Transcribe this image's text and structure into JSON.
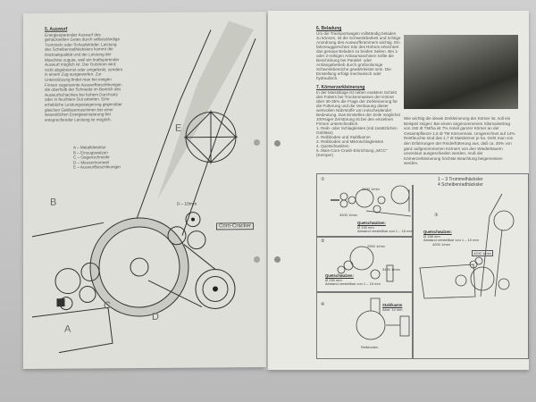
{
  "left_page": {
    "heading": "5. Auswurf",
    "body": "Energiesparender Auswurf des gehäckselten Gutes durch selbstständige Trommeln oder Schaufelräder. Leistung des Scheibenradhäckslers kommt der Häckselqualität und der Leistung der Maschine zugute, weil ein kraftsparender Auswurf möglich ist. Der Gutstrom wird nicht abgebremst oder umgelenkt, sondern in einem Zug ausgeworfen. Zur Unterstützung findet man bei einigen Firmen sogenannte Auswurfbeschleuniger, die oberhalb der Schneide im Bereich des Auswurfschachtes bei hohem Durchsatz oder in feuchtem Gut arbeiten. Eine erhebliche Leistungssteigerung gegenüber gleichen Gebläsemaschinen bei einer wesentlichen Energieeinsparung bei entsprechender Leistung ist möglich.",
    "legend": [
      "A – Metalldetektor",
      "B – Einzugswalzen",
      "C – Gegenschneide",
      "D – Messertrommel",
      "E – Auswurfbeschleuniger"
    ],
    "diagram_labels": {
      "a": "A",
      "b": "B",
      "c": "C",
      "d": "D",
      "e": "E",
      "gap": "0 – 10mm",
      "cracker": "Corn-Cracker"
    }
  },
  "right_page": {
    "section6": {
      "heading": "6. Beladung",
      "body": "Um die Transportwagen vollständig beladen zu können, ist die Schwenkbarkeit und richtige Anordnung des Auswurfkrümmers wichtig. Ein fahrzeuggerechter Sitz des Rohres erleichtert das genaue Beladen zu beiden Seiten. Bei 1- oder 2-reihigen Anbaumaschinen sollte die Beschickung bei Parallel- oder Anhängebetrieb durch großvolumige Schwenkbereiche gewährleistet sein. Die Einstellung erfolgt mechanisch oder hydraulisch."
    },
    "section7": {
      "heading": "7. Körnerzerkleinerung",
      "body": "In der Maisstilage ist neben exaktem Schnitt des Futters bei Trockenmassen der Körner über 30-35% die Frage der Zerkleinerung für die Fütterung und die Verdauung dieser wertvollen Nährstoffe von entscheidender Bedeutung. Das Einstellen der Zeile möglichst 100%iger Zerstörung ist bei den einzelnen Firmen unterschiedlich.",
      "items": [
        "1. Reib- oder Schlagleisten (mit zusätzlichen Gebläse)",
        "2. Reibboden und Stahlkamm",
        "3. Reibboden und Mikroschlagleisten",
        "4. Quetschwalzen",
        "5. Mais-Corn-Crash-Einrichtung „MCC\" (Kemper)"
      ]
    },
    "side_text": "Wie wichtig die ideale Zerkleinerung der Körner ist, soll ein Beispiel zeigen: Bei einem angenommenen Silomaisertrag von 150 dt TM/ha ist 7% Anteil ganzer Körner an der Gesamtpflanze 1,5 dt TM Körnermais. Umgerechnet auf 14% Restfeuchte sind das 1,7 dt Maiskörner je ha. Geht man von den Erfahrungen der Rinderfütterung aus, daß ca. 30% von ganz aufgenommenen Körnern von den Wiederkäuern unverdaut ausgeschieden werden, muß der Körnerzerkleinerung höchste Beachtung beigemessen werden.",
    "legend": [
      "1 – 3 Trommelhäcksler",
      "4 Scheibenradhäcksler"
    ],
    "diagrams": [
      {
        "num": "①",
        "rpm_top": "2900 1/min",
        "rpm_bottom": "3200 1/min",
        "title": "Quetschwalzen:",
        "dia": "Ø 190 mm",
        "gap": "Abstand verstellbar von 1 – 16 mm"
      },
      {
        "num": "②",
        "rpm_top": "2900 1/min",
        "rpm_bottom": "3400 1/min",
        "title": "Quetschwalzen:",
        "dia": "Ø 230 mm",
        "gap": "Abstand verstellbar von 1 – 15 mm"
      },
      {
        "num": "③",
        "title": "Quetschwalzen:",
        "dia": "Ø 158 mm",
        "gap": "Abstand verstellbar von 1 – 10 mm",
        "rpm": "4200 1/min",
        "rpm_box": "4200 1/min"
      },
      {
        "num": "④",
        "title": "Stahlkamm",
        "gap": "Abst. 14 mm",
        "label": "Reibboden"
      }
    ]
  }
}
